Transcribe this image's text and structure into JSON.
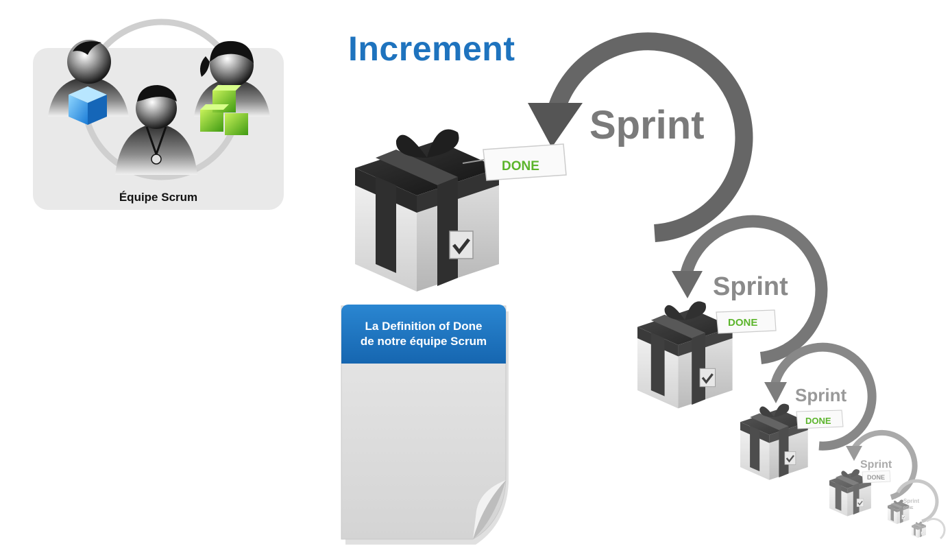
{
  "title": "Increment",
  "team": {
    "label": "Équipe Scrum"
  },
  "definition_of_done": {
    "line1": "La Definition of Done",
    "line2": "de notre équipe Scrum"
  },
  "sprints": [
    {
      "label": "Sprint",
      "done": "DONE"
    },
    {
      "label": "Sprint",
      "done": "DONE"
    },
    {
      "label": "Sprint",
      "done": "DONE"
    },
    {
      "label": "Sprint",
      "done": "DONE"
    },
    {
      "label": "Sprint",
      "done": "DONE"
    }
  ],
  "colors": {
    "title": "#1e73be",
    "dod_header": "#1f72bf",
    "done_green": "#5cb52c",
    "sprint_gray": "#7a7a7a",
    "team_card": "#e9e9e9"
  },
  "icons": [
    "person-icon",
    "cube-icon",
    "cubes-icon",
    "gift-box-icon",
    "checkmark-icon",
    "curved-arrow-icon",
    "folded-corner-icon"
  ]
}
